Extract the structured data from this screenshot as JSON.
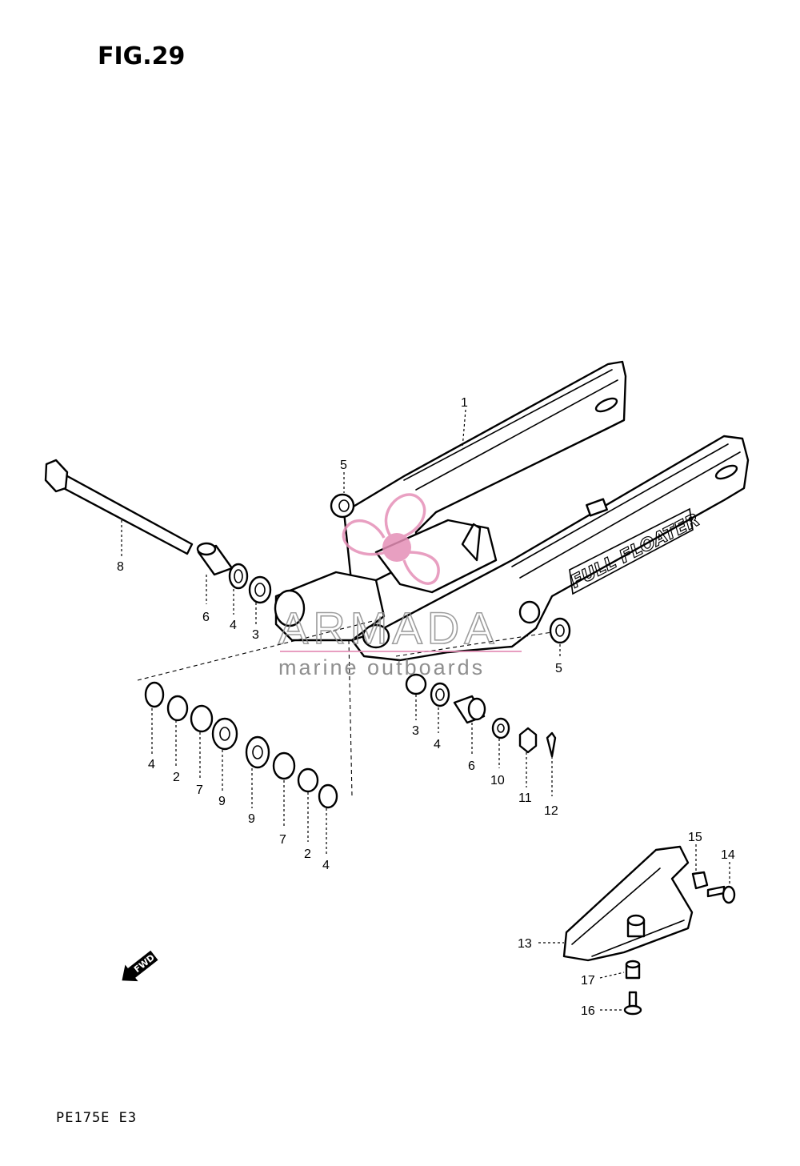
{
  "figure": {
    "title": "FIG.29",
    "model_code": "PE175E E3"
  },
  "watermark": {
    "brand": "ARMADA",
    "tagline": "marine outboards",
    "accent_color": "#e58fb7",
    "line_color": "#8d8d8d"
  },
  "swingarm_logo": "FULL FLOATER",
  "direction_label": "FWD",
  "callouts": {
    "c1": "1",
    "c2a": "2",
    "c2b": "2",
    "c3a": "3",
    "c3b": "3",
    "c4a": "4",
    "c4b": "4",
    "c4c": "4",
    "c5a": "5",
    "c5b": "5",
    "c6a": "6",
    "c6b": "6",
    "c7a": "7",
    "c7b": "7",
    "c8": "8",
    "c9a": "9",
    "c9b": "9",
    "c10": "10",
    "c11": "11",
    "c12": "12",
    "c13": "13",
    "c14": "14",
    "c15": "15",
    "c16": "16",
    "c17": "17"
  }
}
